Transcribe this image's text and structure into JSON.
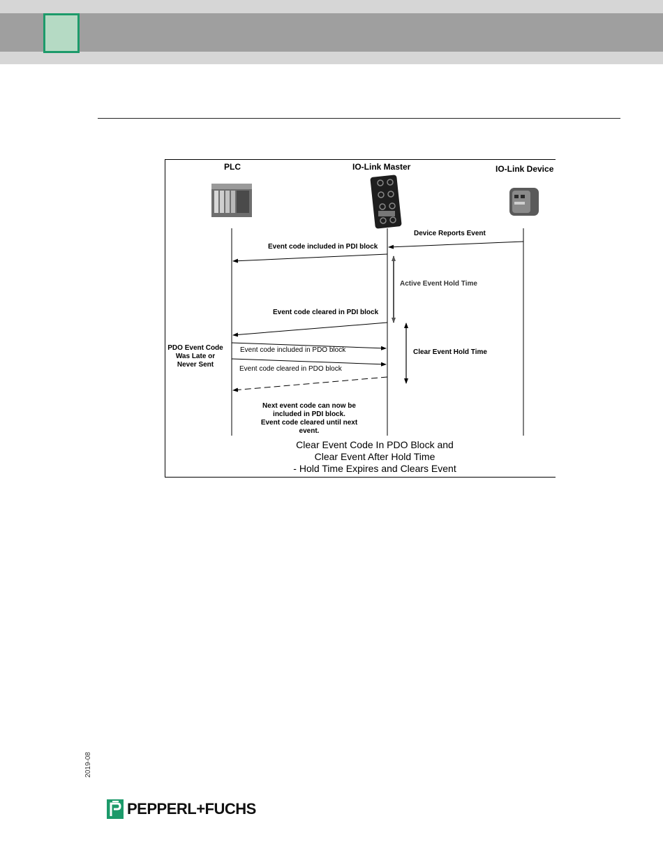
{
  "header": {
    "chapter_marker": ""
  },
  "diagram": {
    "lanes": {
      "plc": "PLC",
      "master": "IO-Link Master",
      "device": "IO-Link Device"
    },
    "messages": {
      "device_reports": "Device Reports Event",
      "pdi_included": "Event code included in PDI block",
      "pdi_cleared": "Event code cleared in PDI block",
      "pdo_included": "Event code included in PDO block",
      "pdo_cleared": "Event code cleared in PDO block"
    },
    "timers": {
      "active_hold": "Active Event Hold Time",
      "clear_hold": "Clear Event Hold Time"
    },
    "notes": {
      "pdo_late_line1": "PDO Event Code",
      "pdo_late_line2": "Was Late or",
      "pdo_late_line3": "Never Sent",
      "next_line1": "Next event code can now be",
      "next_line2": "included in PDI block.",
      "next_line3": "Event code cleared until next",
      "next_line4": "event."
    },
    "caption": {
      "line1": "Clear Event Code In PDO Block and",
      "line2": "Clear Event After Hold Time",
      "line3": "- Hold Time Expires and Clears Event"
    }
  },
  "footer": {
    "date": "2019-08",
    "brand": "PEPPERL+FUCHS"
  }
}
